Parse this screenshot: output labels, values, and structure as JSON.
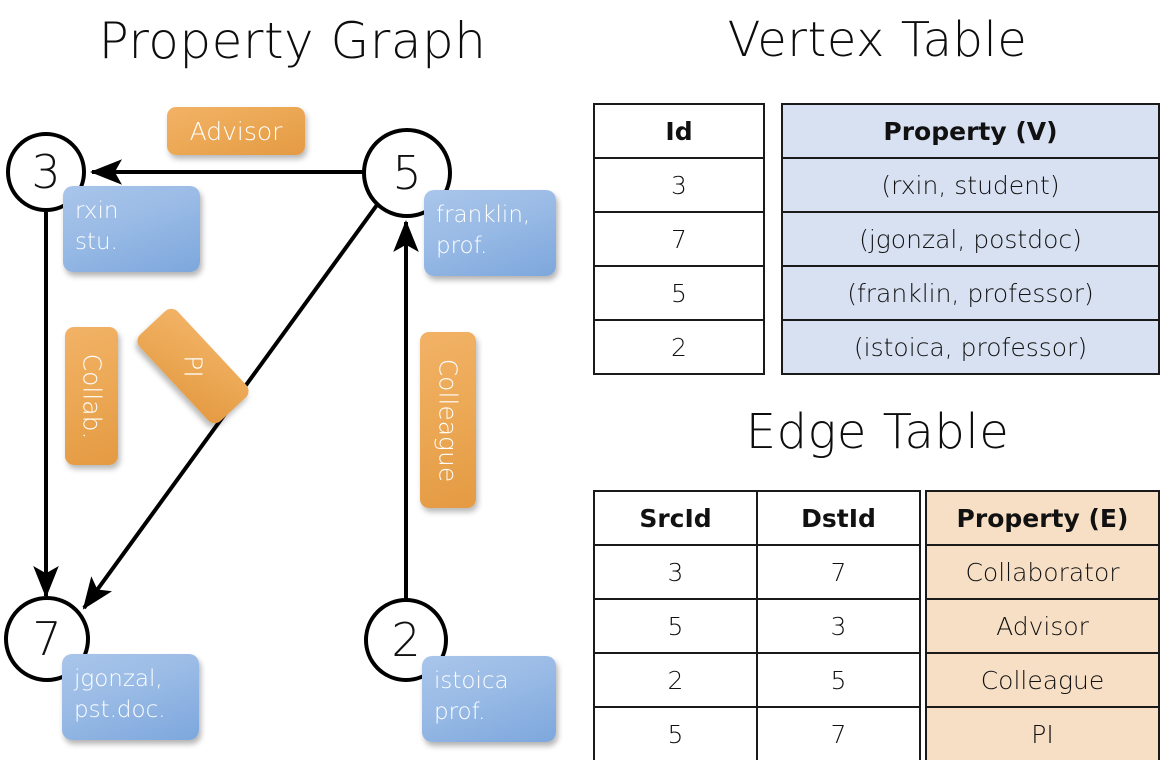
{
  "titles": {
    "property_graph": "Property Graph",
    "vertex_table": "Vertex Table",
    "edge_table": "Edge Table"
  },
  "graph": {
    "nodes": [
      {
        "id": "3",
        "label": "3",
        "property_lines": [
          "rxin",
          "stu."
        ]
      },
      {
        "id": "5",
        "label": "5",
        "property_lines": [
          "franklin,",
          "prof."
        ]
      },
      {
        "id": "7",
        "label": "7",
        "property_lines": [
          "jgonzal,",
          "pst.doc."
        ]
      },
      {
        "id": "2",
        "label": "2",
        "property_lines": [
          "istoica",
          "prof."
        ]
      }
    ],
    "edge_labels": [
      {
        "name": "advisor",
        "text": "Advisor"
      },
      {
        "name": "collab",
        "text": "Collab."
      },
      {
        "name": "pi",
        "text": "PI"
      },
      {
        "name": "colleague",
        "text": "Colleague"
      }
    ],
    "edges": [
      {
        "src": "5",
        "dst": "3",
        "label": "Advisor"
      },
      {
        "src": "3",
        "dst": "7",
        "label": "Collab."
      },
      {
        "src": "5",
        "dst": "7",
        "label": "PI"
      },
      {
        "src": "2",
        "dst": "5",
        "label": "Colleague"
      }
    ]
  },
  "vertex_table": {
    "headers": [
      "Id",
      "Property (V)"
    ],
    "rows": [
      {
        "id": "3",
        "property": "(rxin, student)"
      },
      {
        "id": "7",
        "property": "(jgonzal, postdoc)"
      },
      {
        "id": "5",
        "property": "(franklin, professor)"
      },
      {
        "id": "2",
        "property": "(istoica, professor)"
      }
    ]
  },
  "edge_table": {
    "headers": [
      "SrcId",
      "DstId",
      "Property (E)"
    ],
    "rows": [
      {
        "src": "3",
        "dst": "7",
        "property": "Collaborator"
      },
      {
        "src": "5",
        "dst": "3",
        "property": "Advisor"
      },
      {
        "src": "2",
        "dst": "5",
        "property": "Colleague"
      },
      {
        "src": "5",
        "dst": "7",
        "property": "PI"
      }
    ]
  },
  "colors": {
    "node_stroke": "#000000",
    "vertex_property_fill": "#d8e1f2",
    "edge_property_fill": "#f7dfc6",
    "vertex_box_blue": "#9bbce6",
    "edge_label_orange": "#eca956",
    "text": "#111111"
  }
}
